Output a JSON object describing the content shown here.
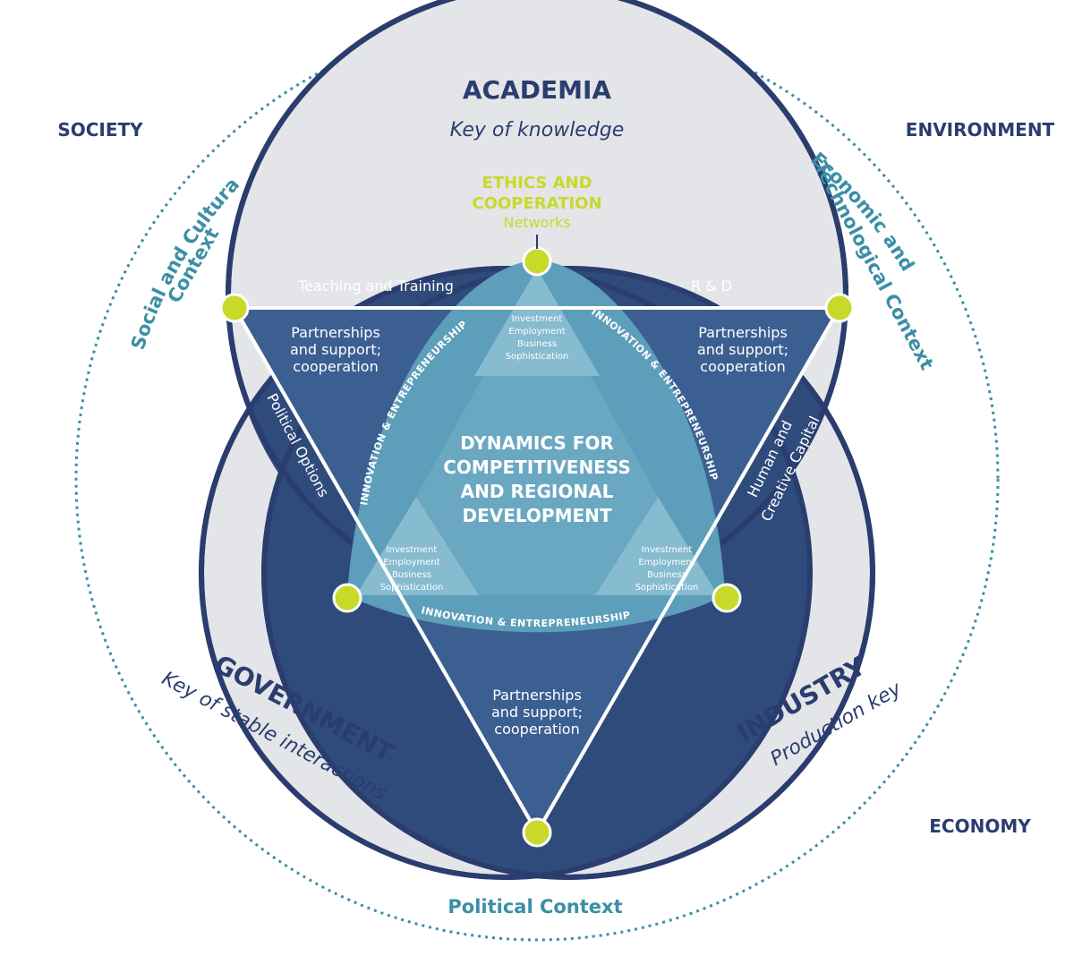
{
  "corners": {
    "society": "SOCIETY",
    "environment": "ENVIRONMENT",
    "economy": "ECONOMY"
  },
  "contexts": {
    "social_line1": "Social and Cultural",
    "social_line2": "Context",
    "economic_line1": "Economic and",
    "economic_line2": "Technological Context",
    "political": "Political Context"
  },
  "spheres": {
    "academia": {
      "name": "ACADEMIA",
      "key": "Key of knowledge"
    },
    "government": {
      "name": "GOVERNMENT",
      "key": "Key of stable interactions"
    },
    "industry": {
      "name": "INDUSTRY",
      "key": "Production key"
    }
  },
  "ethics": {
    "line1": "ETHICS AND",
    "line2": "COOPERATION",
    "line3": "Networks"
  },
  "overlaps": {
    "teaching": "Teaching and Training",
    "rnd": "R & D",
    "political_options": "Political Options",
    "human_capital_line1": "Human and",
    "human_capital_line2": "Creative Capital"
  },
  "partnerships": {
    "line1": "Partnerships",
    "line2": "and support;",
    "line3": "cooperation",
    "bottom_line1": "Partnerships",
    "bottom_line2": "and support;",
    "bottom_line3": "cooperation"
  },
  "innovation": {
    "left": "INNOVATION & ENTREPRENEURSHIP",
    "right": "INNOVATION & ENTREPRENEURSHIP",
    "bottom": "INNOVATION & ENTREPRENEURSHIP"
  },
  "corner_factors": {
    "line1": "Investment",
    "line2": "Employment",
    "line3": "Business",
    "line4": "Sophistication"
  },
  "center": {
    "line1": "DYNAMICS FOR",
    "line2": "COMPETITIVENESS",
    "line3": "AND REGIONAL",
    "line4": "DEVELOPMENT"
  },
  "colors": {
    "navy": "#2a3d6e",
    "dark_blue": "#2f4b7c",
    "mid_blue": "#3c5f92",
    "light_grey": "#e4e5e8",
    "teal_center": "#5d9ebb",
    "teal_light": "#7fb5cc",
    "lime": "#c9d92a",
    "teal_text": "#3b8fa5"
  }
}
